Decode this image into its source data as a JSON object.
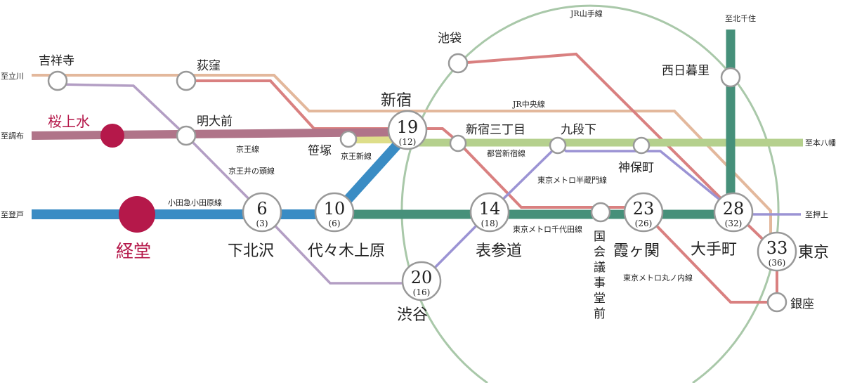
{
  "title": "経堂 周辺路線図",
  "colors": {
    "keio": "#b07489",
    "keio_new": "#dede8a",
    "inokashira": "#b39ec4",
    "odakyu": "#3a8cc4",
    "chiyoda": "#46907a",
    "shinjuku_line": "#b5d08d",
    "hanzomon": "#9b93d4",
    "marunouchi": "#d98080",
    "chuo": "#e3b89c",
    "yamanote": "#a9c8a9",
    "highlight": "#b5184a"
  },
  "directions": {
    "tachikawa": "至立川",
    "chofu": "至調布",
    "noborito": "至登戸",
    "kitasenju": "至北千住",
    "motoyawata": "至本八幡",
    "oshiage": "至押上"
  },
  "lines": {
    "yamanote": "JR山手線",
    "chuo": "JR中央線",
    "keio": "京王線",
    "keio_new": "京王新線",
    "inokashira": "京王井の頭線",
    "odakyu": "小田急小田原線",
    "shinjuku": "都営新宿線",
    "hanzomon": "東京メトロ半蔵門線",
    "chiyoda": "東京メトロ千代田線",
    "marunouchi": "東京メトロ丸ノ内線"
  },
  "stations": {
    "kichijoji": "吉祥寺",
    "ogikubo": "荻窪",
    "sakurajosui": "桜上水",
    "meidaimae": "明大前",
    "sasazuka": "笹塚",
    "kyodo": "経堂",
    "shimokitazawa": {
      "name": "下北沢",
      "time": "6",
      "sub": "(3)"
    },
    "yoyogiuehara": {
      "name": "代々木上原",
      "time": "10",
      "sub": "(6)"
    },
    "shinjuku": {
      "name": "新宿",
      "time": "19",
      "sub": "(12)"
    },
    "shibuya": {
      "name": "渋谷",
      "time": "20",
      "sub": "(16)"
    },
    "omotesando": {
      "name": "表参道",
      "time": "14",
      "sub": "(18)"
    },
    "kasumigaseki": {
      "name": "霞ヶ関",
      "time": "23",
      "sub": "(26)"
    },
    "otemachi": {
      "name": "大手町",
      "time": "28",
      "sub": "(32)"
    },
    "tokyo": {
      "name": "東京",
      "time": "33",
      "sub": "(36)"
    },
    "ikebukuro": "池袋",
    "nishinippori": "西日暮里",
    "shinjukusanchome": "新宿三丁目",
    "kudanshita": "九段下",
    "jimbocho": "神保町",
    "kokkaigijidomae": [
      "国",
      "会",
      "議",
      "事",
      "堂",
      "前"
    ],
    "ginza": "銀座"
  }
}
